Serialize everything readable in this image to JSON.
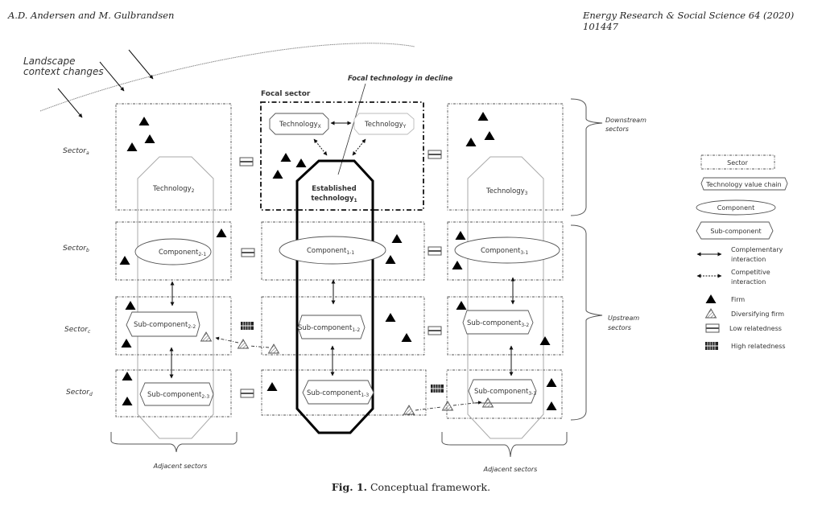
{
  "header": {
    "authors": "A.D. Andersen and M. Gulbrandsen",
    "journal": "Energy Research & Social Science 64 (2020) 101447"
  },
  "caption": {
    "label": "Fig. 1.",
    "text": " Conceptual framework."
  },
  "figure": {
    "landscape_label_1": "Landscape",
    "landscape_label_2": "context changes",
    "focal_sector_label": "Focal sector",
    "focal_decline_label": "Focal technology in decline",
    "sector_labels": [
      {
        "base": "Sector",
        "sub": "a"
      },
      {
        "base": "Sector",
        "sub": "b"
      },
      {
        "base": "Sector",
        "sub": "c"
      },
      {
        "base": "Sector",
        "sub": "d"
      }
    ],
    "technologies": {
      "tech_x": {
        "base": "Technology",
        "sub": "X"
      },
      "tech_y": {
        "base": "Technology",
        "sub": "Y"
      },
      "established_1": "Established",
      "established_2": {
        "base": "technology",
        "sub": "1"
      },
      "tech_2": {
        "base": "Technology",
        "sub": "2"
      },
      "tech_3": {
        "base": "Technology",
        "sub": "3"
      }
    },
    "components": {
      "c2_1": {
        "base": "Component",
        "sub": "2-1"
      },
      "c1_1": {
        "base": "Component",
        "sub": "1-1"
      },
      "c3_1": {
        "base": "Component",
        "sub": "3-1"
      },
      "s2_2": {
        "base": "Sub-component",
        "sub": "2-2"
      },
      "s1_2": {
        "base": "Sub-component",
        "sub": "1-2"
      },
      "s3_2": {
        "base": "Sub-component",
        "sub": "3-2"
      },
      "s2_3": {
        "base": "Sub-component",
        "sub": "2-3"
      },
      "s1_3": {
        "base": "Sub-component",
        "sub": "1-3"
      },
      "s3_3": {
        "base": "Sub-component",
        "sub": "3-3"
      }
    },
    "braces": {
      "downstream_1": "Downstream",
      "downstream_2": "sectors",
      "upstream_1": "Upstream",
      "upstream_2": "sectors",
      "adjacent_left": "Adjacent sectors",
      "adjacent_right": "Adjacent sectors"
    }
  },
  "legend": {
    "sector": "Sector",
    "tech_value_chain": "Technology value chain",
    "component": "Component",
    "sub_component": "Sub-component",
    "complementary_1": "Complementary",
    "complementary_2": "interaction",
    "competitive_1": "Competitive",
    "competitive_2": "interaction",
    "firm": "Firm",
    "diversifying_firm": "Diversifying firm",
    "low_relatedness": "Low relatedness",
    "high_relatedness": "High relatedness"
  }
}
